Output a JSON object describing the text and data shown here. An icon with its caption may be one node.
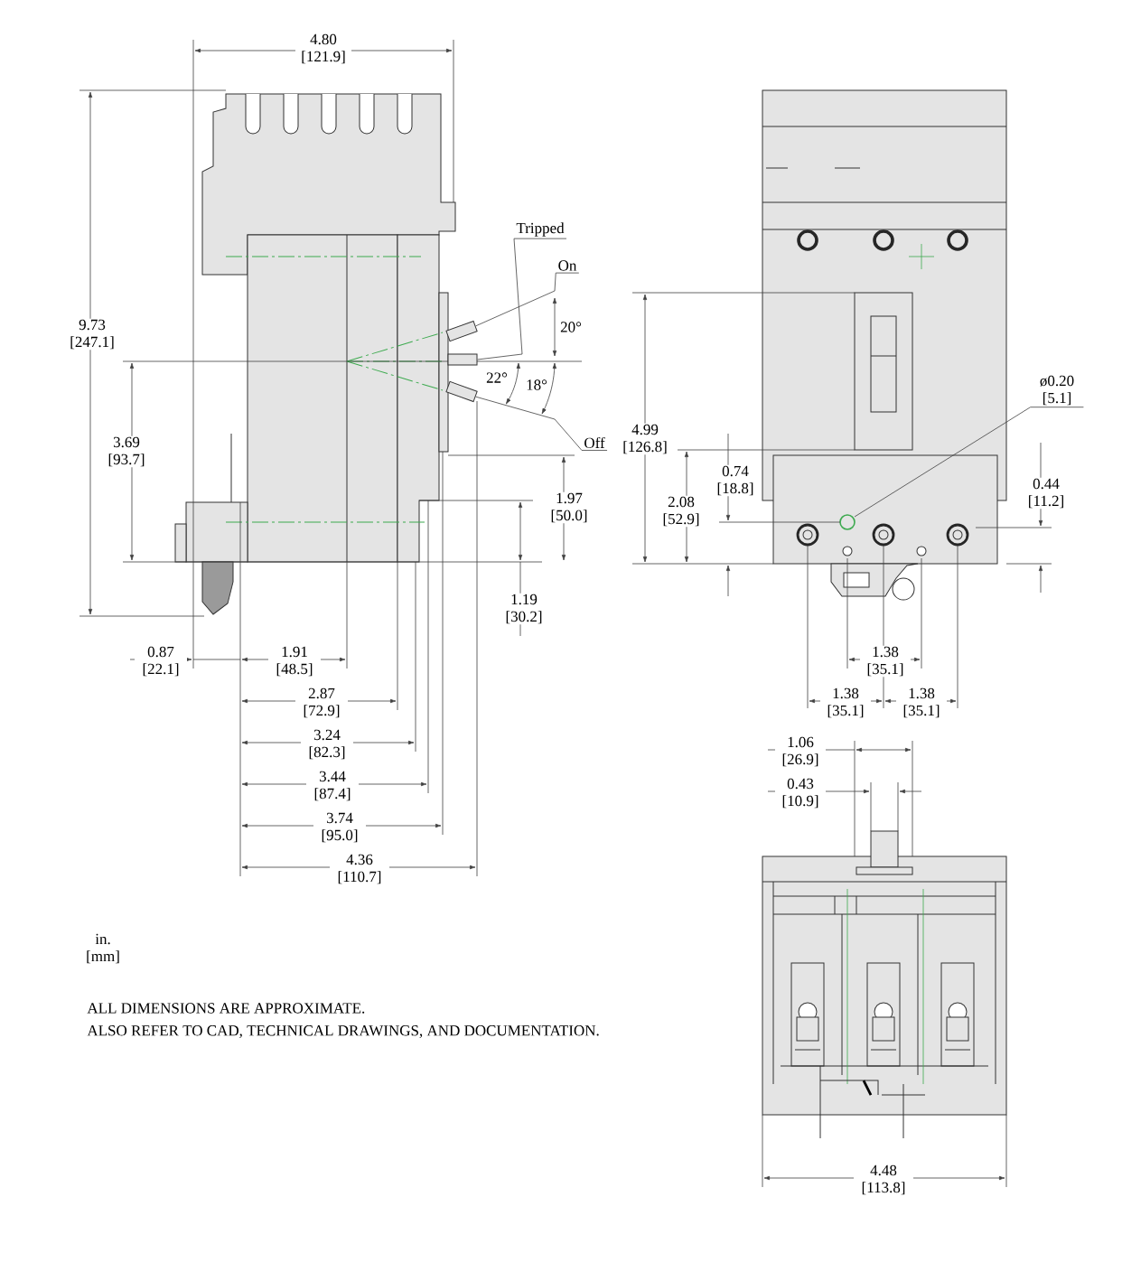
{
  "diagram": {
    "nodes": [
      {
        "text": [
          "Tripped"
        ]
      },
      {
        "text": [
          "On"
        ]
      },
      {
        "text": [
          "Off"
        ]
      },
      {
        "text": [
          "ø0.20 [5.1]"
        ]
      },
      {
        "text": [],
        "shape": "bar"
      },
      {
        "text": [],
        "shape": "bar"
      },
      {
        "text": [],
        "shape": "bar"
      }
    ],
    "edges": [
      {
        "from": 0,
        "to": 5,
        "arrow": "none"
      },
      {
        "from": 1,
        "to": 4,
        "arrow": "none"
      },
      {
        "from": 2,
        "to": 6,
        "arrow": "none"
      },
      {
        "from": 3,
        "to": null,
        "arrow": "none"
      }
    ],
    "labels": [
      "4.80 [121.9]",
      "9.73 [247.1]",
      "20°",
      "22°",
      "18°",
      "3.69 [93.7]",
      "1.97 [50.0]",
      "1.19 [30.2]",
      "0.87 [22.1]",
      "1.91 [48.5]",
      "2.87 [72.9]",
      "3.24 [82.3]",
      "3.44 [87.4]",
      "3.74 [95.0]",
      "4.36 [110.7]",
      "in. [mm]",
      "ALL DIMENSIONS ARE APPROXIMATE.",
      "ALSO REFER TO CAD, TECHNICAL DRAWINGS, AND DOCUMENTATION.",
      "4.99 [126.8]",
      "0.74 [18.8]",
      "2.08 [52.9]",
      "0.44 [11.2]",
      "1.38 [35.1]",
      "1.38 [35.1]",
      "1.38 [35.1]",
      "1.06 [26.9]",
      "0.43 [10.9]",
      "4.48 [113.8]"
    ]
  }
}
